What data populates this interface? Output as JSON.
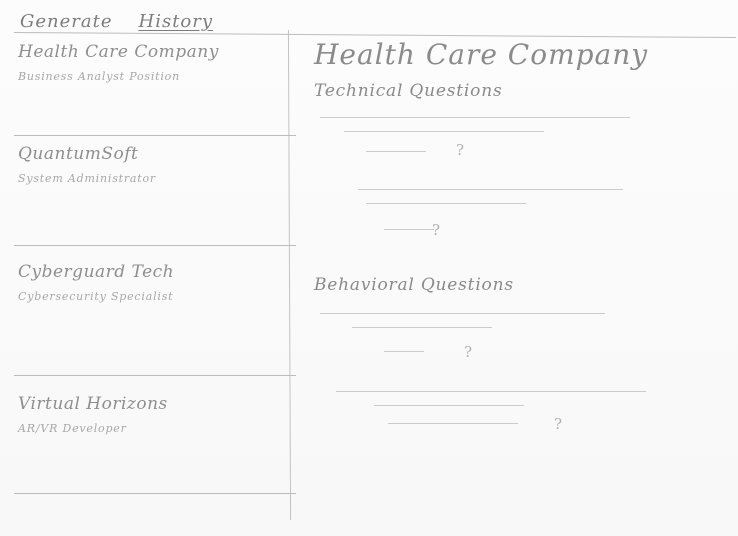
{
  "tabs": {
    "generate": "Generate",
    "history": "History"
  },
  "history": {
    "items": [
      {
        "company": "Health Care Company",
        "role": "Business Analyst Position"
      },
      {
        "company": "QuantumSoft",
        "role": "System Administrator"
      },
      {
        "company": "Cyberguard Tech",
        "role": "Cybersecurity Specialist"
      },
      {
        "company": "Virtual Horizons",
        "role": "AR/VR Developer"
      }
    ]
  },
  "detail": {
    "title": "Health Care Company",
    "technical_heading": "Technical Questions",
    "behavioral_heading": "Behavioral Questions",
    "question_marker": "?"
  }
}
